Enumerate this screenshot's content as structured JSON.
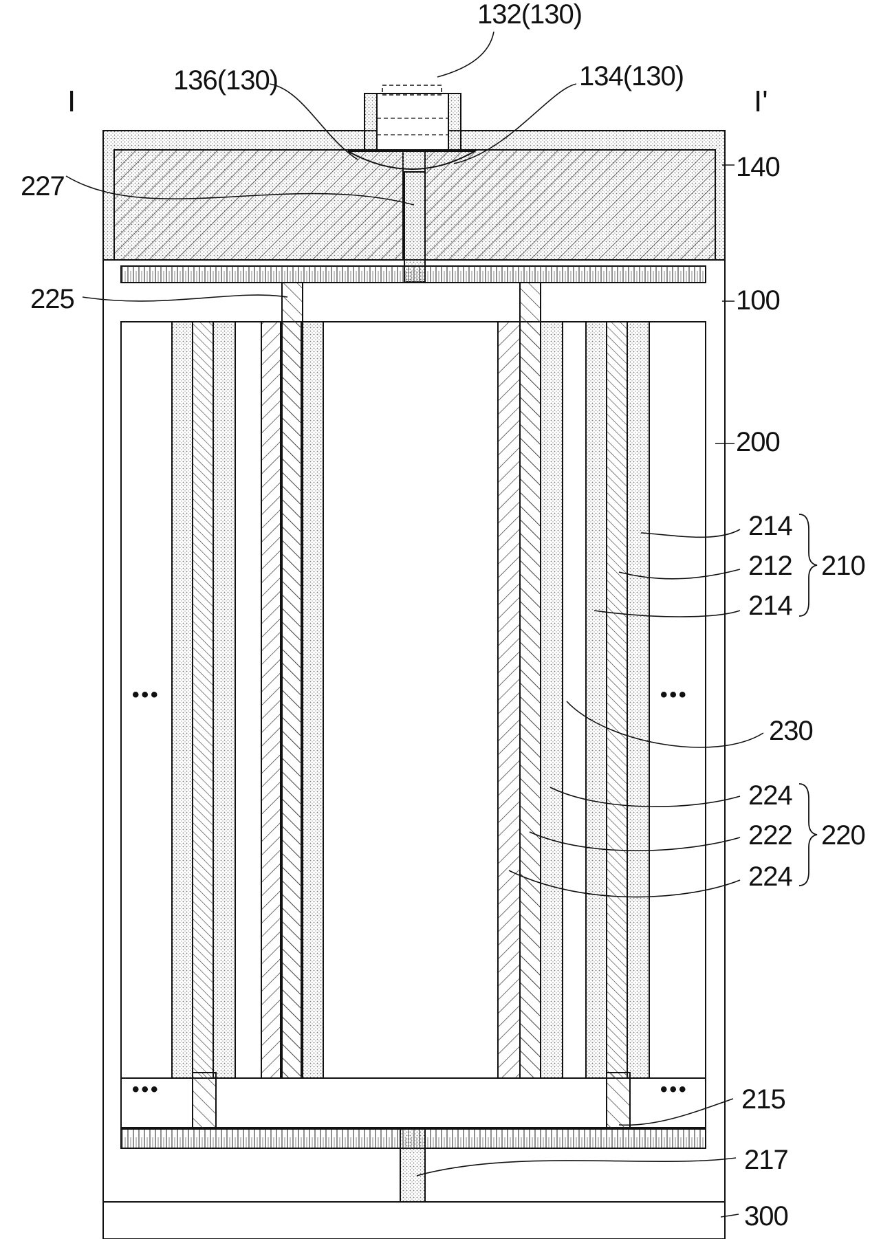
{
  "section_marks": {
    "left": "I",
    "right": "I'"
  },
  "labels": {
    "l132": "132(130)",
    "l136": "136(130)",
    "l134": "134(130)",
    "l140": "140",
    "l227": "227",
    "l225": "225",
    "l100": "100",
    "l200": "200",
    "l214a": "214",
    "l212": "212",
    "l214b": "214",
    "l210": "210",
    "l230": "230",
    "l224a": "224",
    "l222": "222",
    "l224b": "224",
    "l220": "220",
    "l215": "215",
    "l217": "217",
    "l300": "300"
  },
  "ellipsis": "•••",
  "colors": {
    "line": "#111111",
    "hatch": "#333333",
    "dot": "#777777",
    "background": "#ffffff"
  }
}
